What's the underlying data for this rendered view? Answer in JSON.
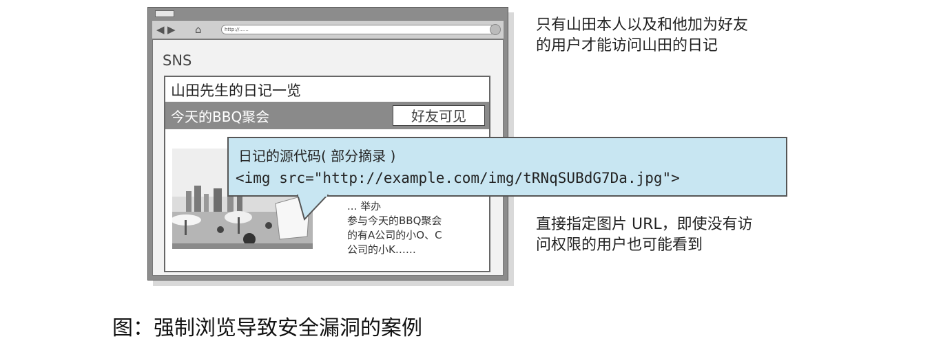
{
  "browser": {
    "url_text": "http://......",
    "site_name": "SNS",
    "panel_title": "山田先生的日记一览",
    "entry_title": "今天的BBQ聚会",
    "visibility_badge": "好友可见",
    "entry_text": [
      "... 举办",
      "参与今天的BBQ聚会",
      "的有A公司的小O、C",
      "公司的小K……"
    ]
  },
  "callout": {
    "title": "日记的源代码( 部分摘录 )",
    "code": "<img src=\"http://example.com/img/tRNqSUBdG7Da.jpg\">"
  },
  "notes": {
    "top": [
      "只有山田本人以及和他加为好友",
      "的用户才能访问山田的日记"
    ],
    "bottom": [
      "直接指定图片 URL，即使没有访",
      "问权限的用户也可能看到"
    ]
  },
  "caption": "图：强制浏览导致安全漏洞的案例",
  "icons": [
    "back-arrow-icon",
    "forward-arrow-icon",
    "home-icon"
  ]
}
